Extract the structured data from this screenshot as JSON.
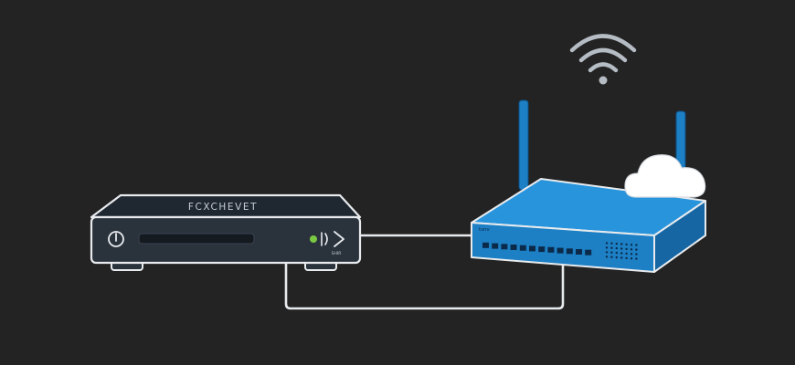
{
  "set_top_box": {
    "brand": "FCXCHEVET",
    "model_tag": "SHIR",
    "power_symbol": "power-icon",
    "status_led_color": "#7ac943"
  },
  "router": {
    "label": "tsnv"
  },
  "colors": {
    "background": "#232323",
    "outline": "#e8ebee",
    "box_body": "#2a323c",
    "router_blue": "#1d7fc4",
    "router_dark": "#0e4f86",
    "cloud": "#ffffff",
    "wifi": "#b5bcc4"
  },
  "icons": [
    "wifi-icon",
    "cloud-icon",
    "power-icon",
    "volume-icon",
    "chevron-right-icon"
  ]
}
